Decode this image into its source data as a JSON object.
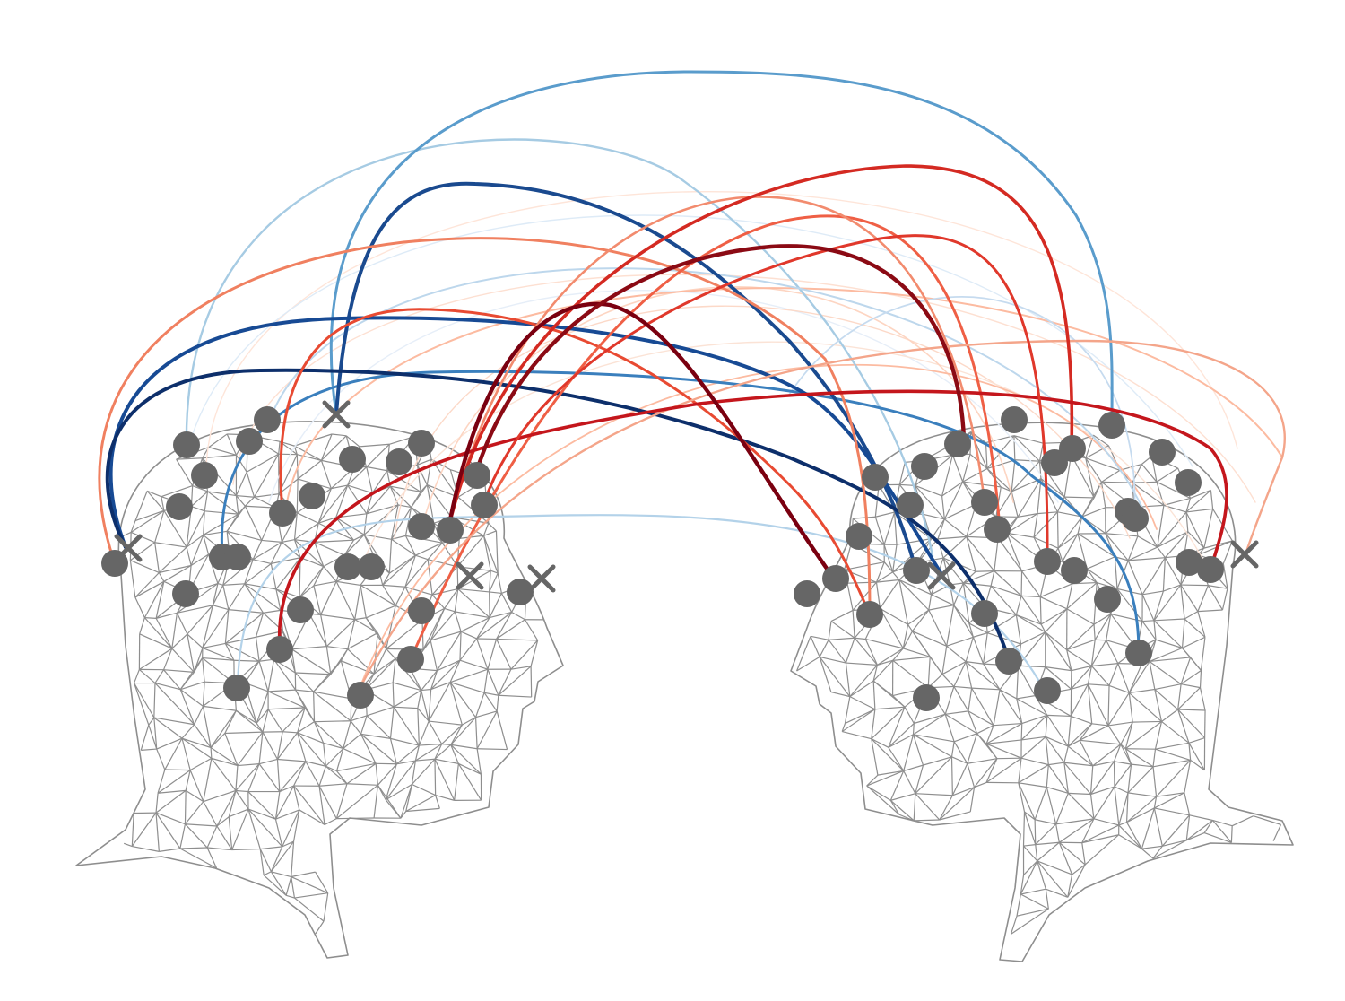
{
  "colors": {
    "mesh": "#8e8e8e",
    "optode": "#666666",
    "positive_strong": "#67000d",
    "positive": "#cb181d",
    "positive_mid": "#ef3b2c",
    "positive_light": "#fcbba1",
    "negative_strong": "#08306b",
    "negative": "#2171b5",
    "negative_mid": "#6baed6",
    "negative_light": "#c6dbef"
  },
  "icons": {
    "left_head": "wireframe-head-facing-right",
    "right_head": "wireframe-head-facing-left",
    "optode": "filled-circle",
    "reference": "x-mark"
  }
}
